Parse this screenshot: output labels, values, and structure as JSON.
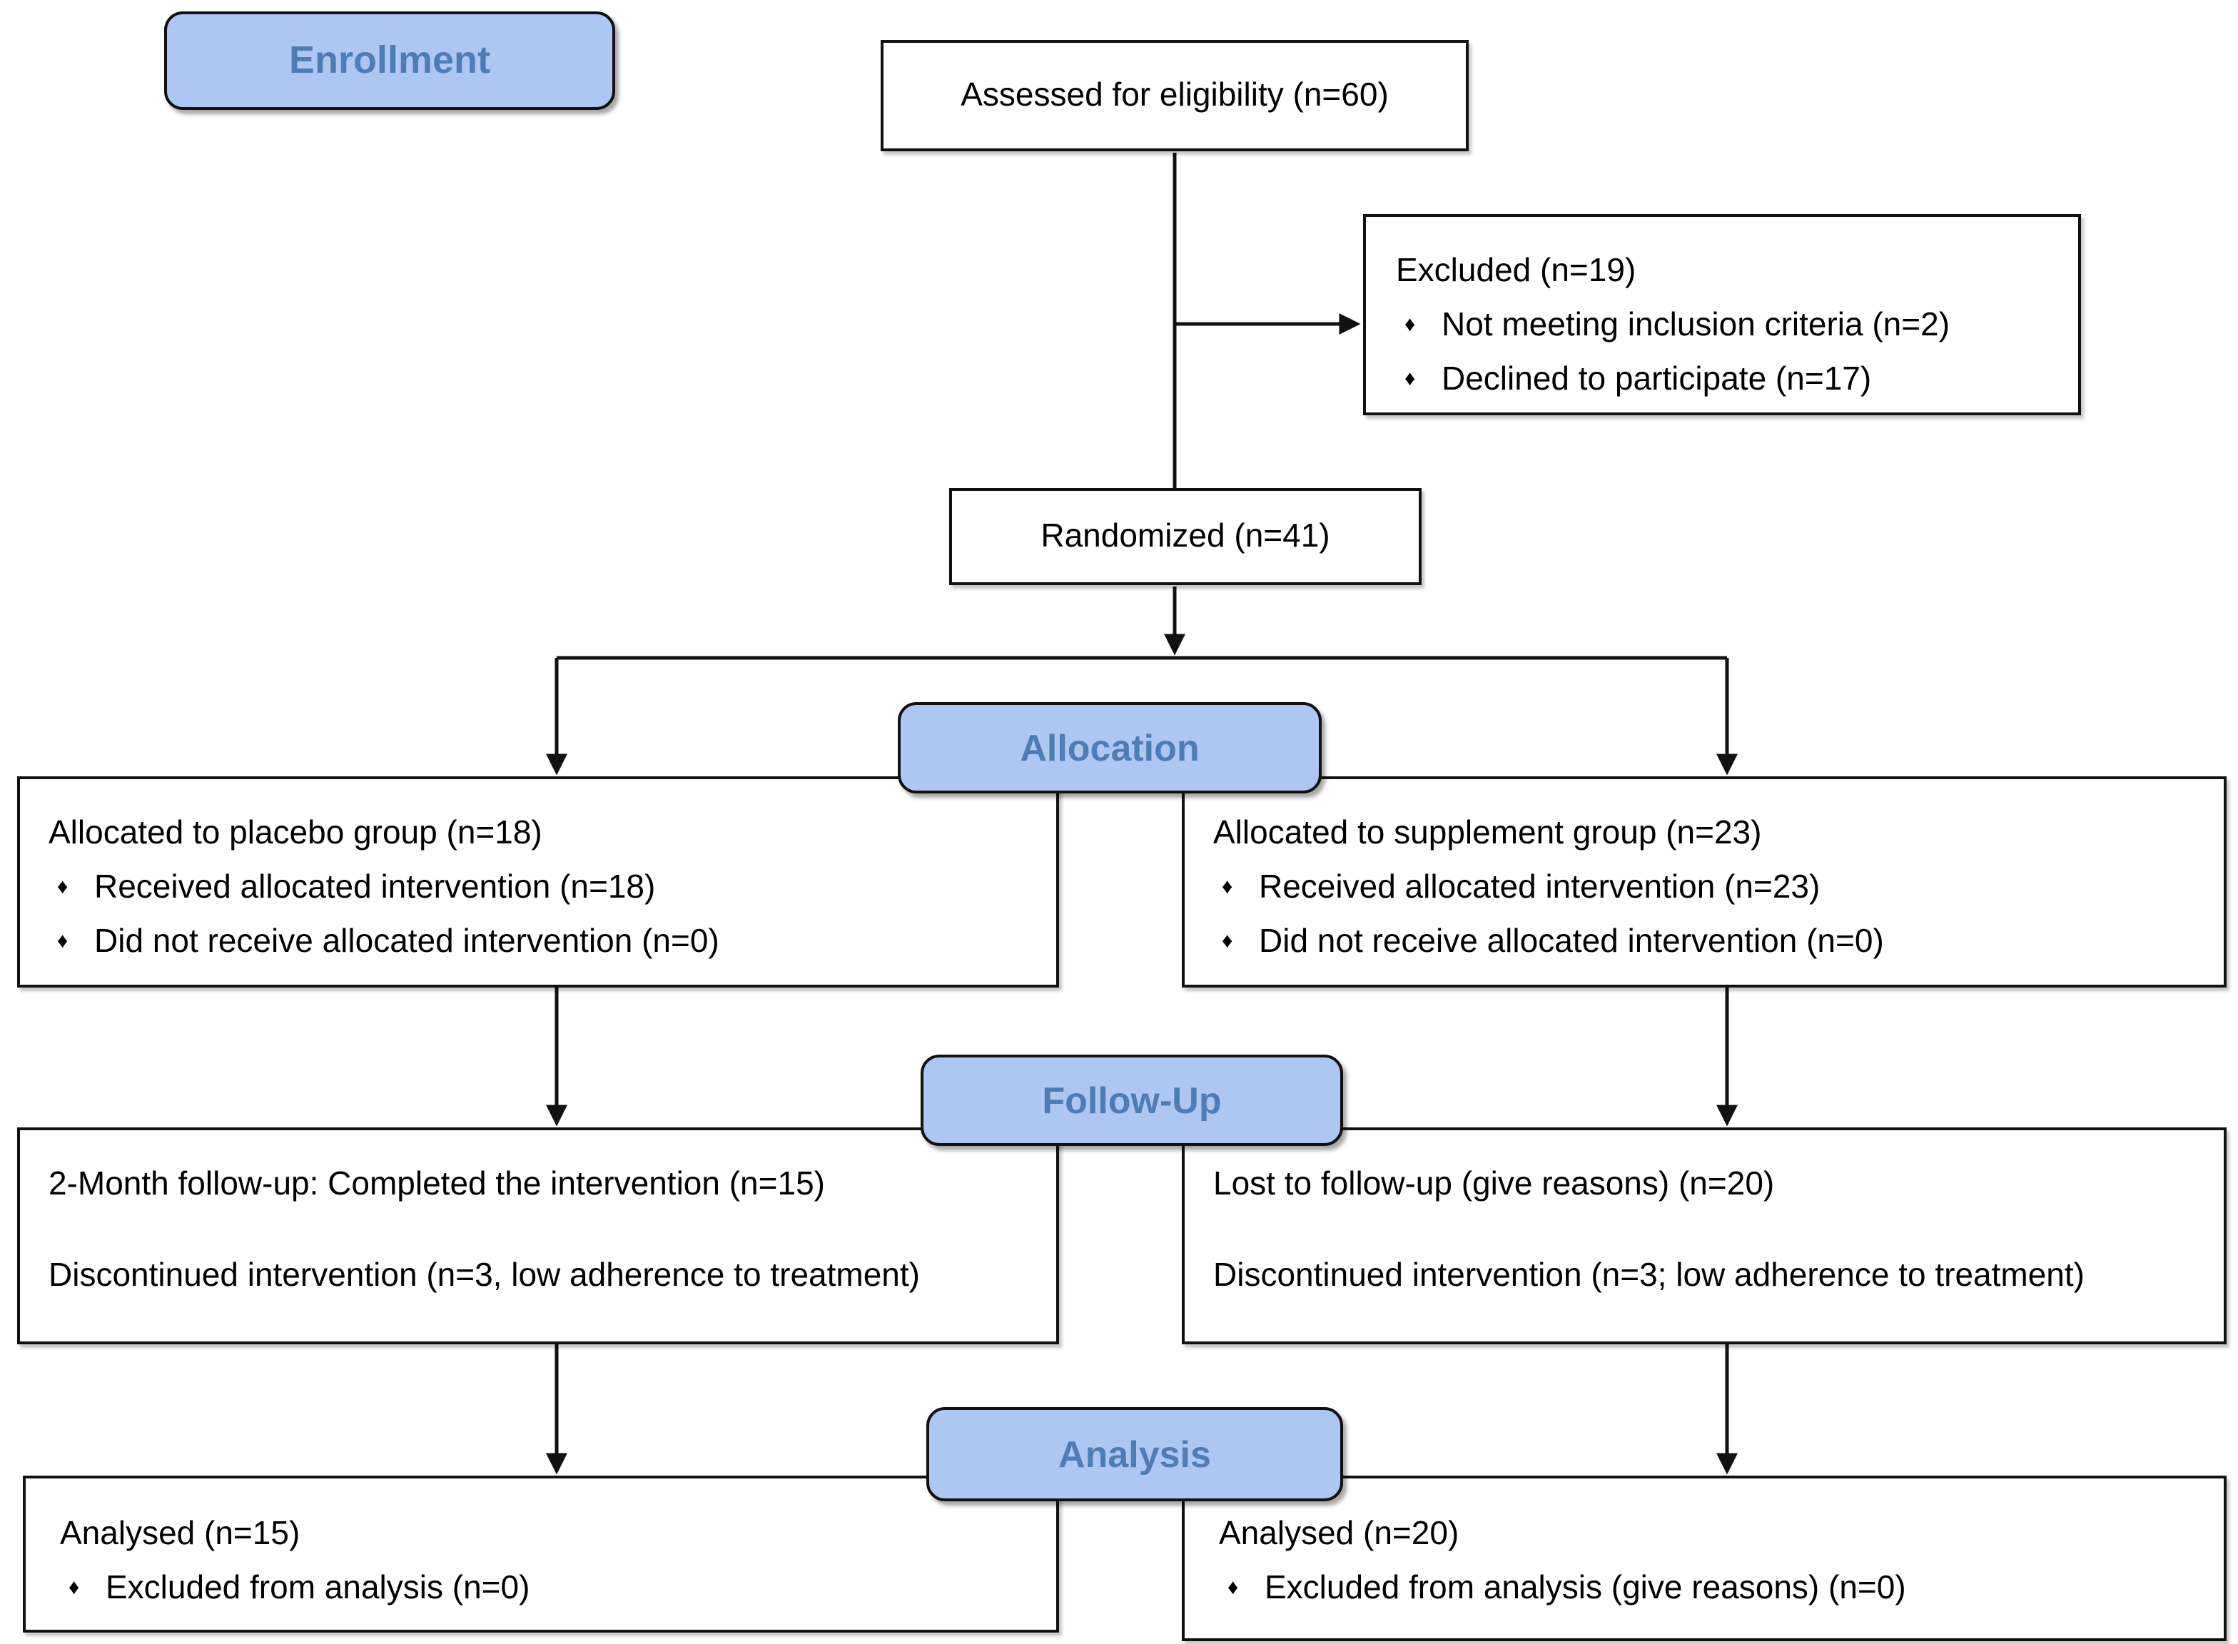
{
  "colors": {
    "bg": "#ffffff",
    "pill-fill": "#adc6f2",
    "pill-border": "#111111",
    "pill-text": "#4e7db6",
    "box-border": "#111111",
    "line": "#111111"
  },
  "bullet_glyph": "♦",
  "stages": {
    "enrollment": "Enrollment",
    "allocation": "Allocation",
    "followup": "Follow-Up",
    "analysis": "Analysis"
  },
  "boxes": {
    "assessed": {
      "text": "Assessed for eligibility (n=60)"
    },
    "excluded": {
      "title": "Excluded (n=19)",
      "bullets": [
        "Not meeting inclusion criteria (n=2)",
        "Declined to participate (n=17)"
      ]
    },
    "randomized": {
      "text": "Randomized (n=41)"
    },
    "allocation_left": {
      "title": "Allocated to placebo group (n=18)",
      "bullets": [
        "Received allocated intervention (n=18)",
        "Did not receive allocated intervention (n=0)"
      ]
    },
    "allocation_right": {
      "title": "Allocated to supplement group (n=23)",
      "bullets": [
        "Received allocated intervention (n=23)",
        "Did not receive allocated intervention (n=0)"
      ]
    },
    "followup_left": {
      "line1": "2-Month follow-up: Completed the intervention (n=15)",
      "line2": "Discontinued intervention (n=3, low adherence to treatment)"
    },
    "followup_right": {
      "line1": "Lost to follow-up (give reasons) (n=20)",
      "line2": "Discontinued intervention (n=3; low adherence to treatment)"
    },
    "analysis_left": {
      "title": "Analysed (n=15)",
      "bullets": [
        "Excluded from analysis (n=0)"
      ]
    },
    "analysis_right": {
      "title": "Analysed (n=20)",
      "bullets": [
        "Excluded from analysis (give reasons) (n=0)"
      ]
    }
  }
}
